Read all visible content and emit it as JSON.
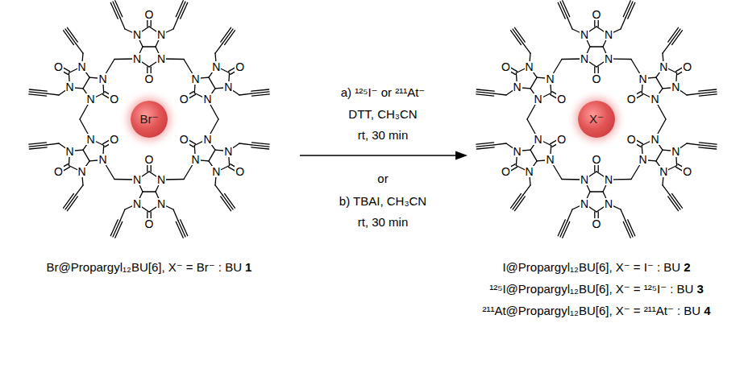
{
  "diagram": {
    "nodes": [
      {
        "text": [
          "Br⁻"
        ]
      },
      {
        "text": [
          "X⁻"
        ]
      }
    ],
    "labels": [
      "a) ¹²⁵I⁻ or ²¹¹At⁻",
      "DTT, CH₃CN",
      "rt, 30 min",
      "or",
      "b) TBAI, CH₃CN",
      "rt, 30 min",
      "N",
      "N",
      "O",
      "N",
      "N",
      "O",
      "N",
      "N",
      "O",
      "N",
      "N",
      "O",
      "N",
      "N",
      "O",
      "N",
      "N",
      "O",
      "N",
      "N",
      "O",
      "N",
      "N",
      "O",
      "N",
      "N",
      "O",
      "N",
      "N",
      "O",
      "N",
      "N",
      "O",
      "N",
      "N",
      "O",
      "Br@Propargyl₁₂BU[6], X⁻ = Br⁻ : BU",
      "1",
      "N",
      "N",
      "O",
      "N",
      "N",
      "O",
      "N",
      "N",
      "O",
      "N",
      "N",
      "O",
      "N",
      "N",
      "O",
      "N",
      "N",
      "O",
      "N",
      "N",
      "O",
      "N",
      "N",
      "O",
      "N",
      "N",
      "O",
      "N",
      "N",
      "O",
      "N",
      "N",
      "O",
      "N",
      "N",
      "O",
      "I@Propargyl₁₂BU[6], X⁻ = I⁻ : BU",
      "2",
      "¹²⁵I@Propargyl₁₂BU[6], X⁻ = ¹²⁵I⁻ : BU",
      "3",
      "²¹¹At@Propargyl₁₂BU[6], X⁻ = ²¹¹At⁻ : BU",
      "4"
    ]
  }
}
